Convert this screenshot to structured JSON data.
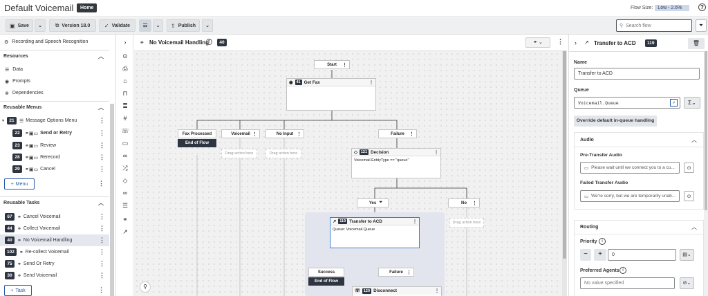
{
  "header": {
    "title": "Default Voicemail Flow",
    "home_label": "Home",
    "flow_size_label": "Flow Size:",
    "flow_size_value": "Low - 2.6%"
  },
  "toolbar": {
    "save": "Save",
    "version": "Version 18.0",
    "validate": "Validate",
    "publish": "Publish",
    "search_placeholder": "Search flow"
  },
  "left": {
    "top_item": "Recording and Speech Recognition",
    "resources_title": "Resources",
    "resources": [
      "Data",
      "Prompts",
      "Dependencies"
    ],
    "menus_title": "Reusable Menus",
    "menus": [
      {
        "num": "21",
        "label": "Message Options Menu"
      },
      {
        "num": "22",
        "label": "Send or Retry"
      },
      {
        "num": "23",
        "label": "Review"
      },
      {
        "num": "28",
        "label": "Rerecord"
      },
      {
        "num": "29",
        "label": "Cancel"
      }
    ],
    "menu_button": "Menu",
    "tasks_title": "Reusable Tasks",
    "tasks": [
      {
        "num": "67",
        "label": "Cancel Voicemail"
      },
      {
        "num": "44",
        "label": "Collect Voicemail"
      },
      {
        "num": "40",
        "label": "No Voicemail Handling"
      },
      {
        "num": "102",
        "label": "Re-collect Voicemail"
      },
      {
        "num": "75",
        "label": "Send Or Retry"
      },
      {
        "num": "30",
        "label": "Send Voicemail"
      }
    ],
    "task_button": "Task"
  },
  "canvas": {
    "title": "No Voicemail Handling",
    "title_num": "40",
    "start": "Start",
    "get_fax": {
      "num": "41",
      "label": "Get Fax"
    },
    "paths": [
      "Fax Processed",
      "Voicemail",
      "No Input",
      "Failure"
    ],
    "end_of_flow": "End of Flow",
    "drag_here": "Drag action here",
    "decision": {
      "num": "121",
      "label": "Decision",
      "expr": "Voicemail.EntityType == \"queue\""
    },
    "yes": "Yes",
    "no": "No",
    "transfer": {
      "num": "119",
      "label": "Transfer to ACD",
      "detail": "Queue: Voicemail.Queue"
    },
    "success": "Success",
    "failure": "Failure",
    "disconnect": {
      "num": "120",
      "label": "Disconnect"
    }
  },
  "right": {
    "title": "Transfer to ACD",
    "num": "119",
    "name_label": "Name",
    "name_value": "Transfer to ACD",
    "queue_label": "Queue",
    "queue_value": "Voicemail.Queue",
    "override_btn": "Override default in-queue handling",
    "audio_title": "Audio",
    "pre_label": "Pre-Transfer Audio",
    "pre_value": "Please wait until we connect you to a cu...",
    "failed_label": "Failed Transfer Audio",
    "failed_value": "We're sorry, but we are temporarily unab...",
    "routing_title": "Routing",
    "priority_label": "Priority",
    "priority_value": "0",
    "agents_label": "Preferred Agents",
    "agents_placeholder": "No value specified"
  }
}
